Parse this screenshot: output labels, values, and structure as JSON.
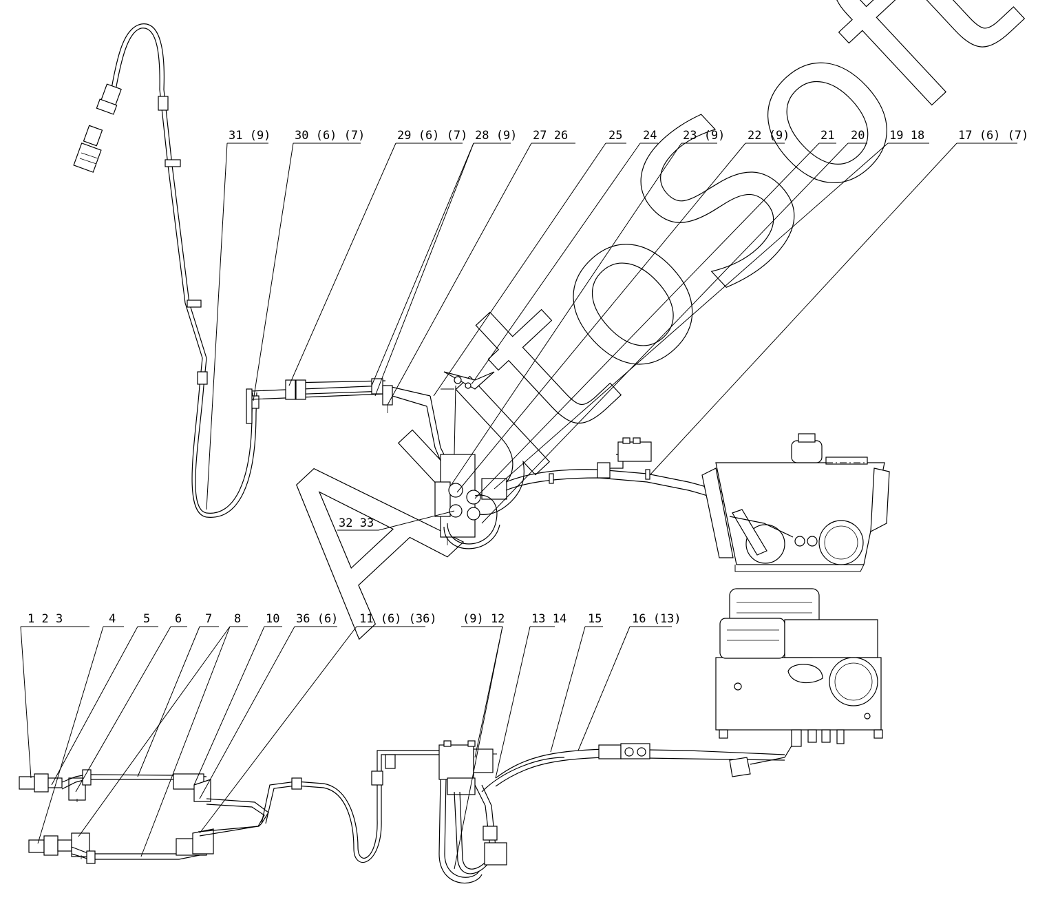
{
  "watermark": "AutoSoft",
  "callouts_top": [
    {
      "id": "c31",
      "text": "31 (9)"
    },
    {
      "id": "c30",
      "text": "30 (6) (7)"
    },
    {
      "id": "c29",
      "text": "29 (6) (7)"
    },
    {
      "id": "c28",
      "text": "28 (9)"
    },
    {
      "id": "c27",
      "text": "27 26"
    },
    {
      "id": "c25",
      "text": "25"
    },
    {
      "id": "c24",
      "text": "24"
    },
    {
      "id": "c23",
      "text": "23 (9)"
    },
    {
      "id": "c22",
      "text": "22 (9)"
    },
    {
      "id": "c21",
      "text": "21"
    },
    {
      "id": "c20",
      "text": "20"
    },
    {
      "id": "c19",
      "text": "19 18"
    },
    {
      "id": "c17",
      "text": "17 (6) (7)"
    },
    {
      "id": "c32",
      "text": "32 33"
    }
  ],
  "callouts_bottom": [
    {
      "id": "c1",
      "text": "1 2 3"
    },
    {
      "id": "c4",
      "text": "4"
    },
    {
      "id": "c5",
      "text": "5"
    },
    {
      "id": "c6",
      "text": "6"
    },
    {
      "id": "c7",
      "text": "7"
    },
    {
      "id": "c8",
      "text": "8"
    },
    {
      "id": "c10",
      "text": "10"
    },
    {
      "id": "c36",
      "text": "36 (6)"
    },
    {
      "id": "c11",
      "text": "11 (6) (36)"
    },
    {
      "id": "c12",
      "text": "(9) 12"
    },
    {
      "id": "c13",
      "text": "13 14"
    },
    {
      "id": "c15",
      "text": "15"
    },
    {
      "id": "c16",
      "text": "16 (13)"
    }
  ]
}
